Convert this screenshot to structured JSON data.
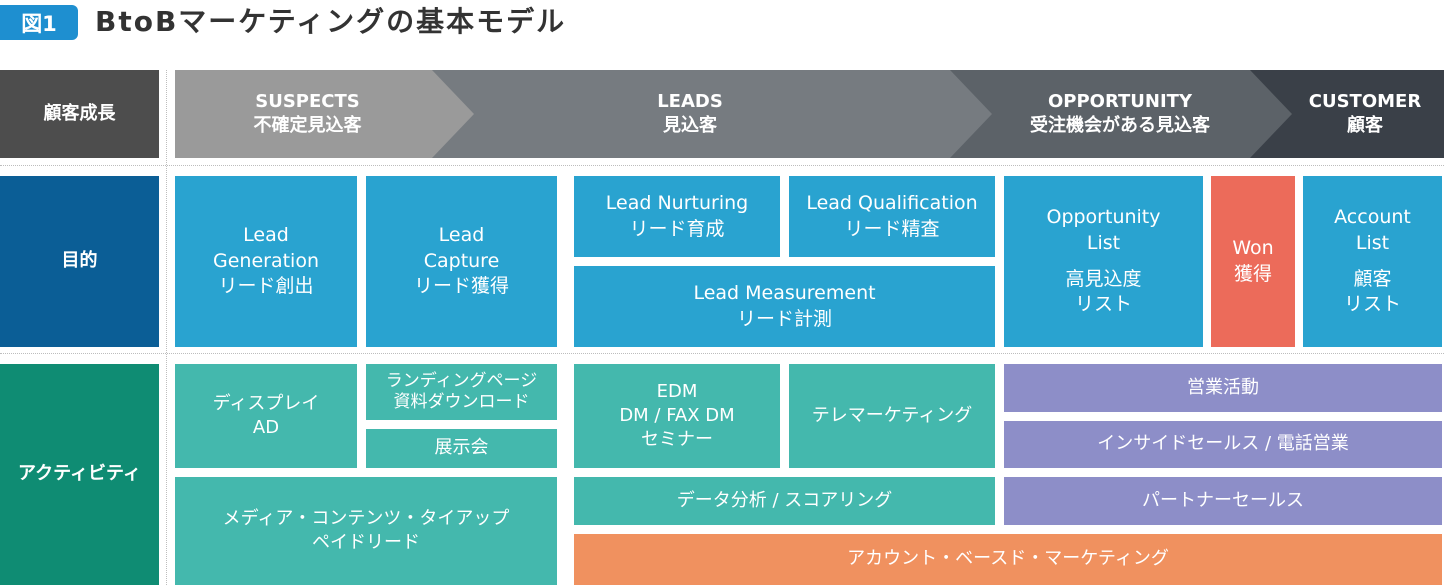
{
  "figure": {
    "badge": "図1",
    "title": "BtoBマーケティングの基本モデル"
  },
  "row_headers": {
    "growth": "顧客成長",
    "purpose": "目的",
    "activity": "アクティビティ"
  },
  "stages": [
    {
      "en": "SUSPECTS",
      "ja": "不確定見込客",
      "color": "#9a9a9a"
    },
    {
      "en": "LEADS",
      "ja": "見込客",
      "color": "#767b80"
    },
    {
      "en": "OPPORTUNITY",
      "ja": "受注機会がある見込客",
      "color": "#5c6268"
    },
    {
      "en": "CUSTOMER",
      "ja": "顧客",
      "color": "#3a4048"
    }
  ],
  "purpose": {
    "lead_generation": {
      "l1": "Lead",
      "l2": "Generation",
      "l3": "リード創出"
    },
    "lead_capture": {
      "l1": "Lead",
      "l2": "Capture",
      "l3": "リード獲得"
    },
    "lead_nurturing": {
      "l1": "Lead Nurturing",
      "l2": "リード育成"
    },
    "lead_qualification": {
      "l1": "Lead Qualification",
      "l2": "リード精査"
    },
    "lead_measurement": {
      "l1": "Lead Measurement",
      "l2": "リード計測"
    },
    "opportunity_list": {
      "l1": "Opportunity",
      "l2": "List",
      "l3": "高見込度",
      "l4": "リスト"
    },
    "won": {
      "l1": "Won",
      "l2": "獲得"
    },
    "account_list": {
      "l1": "Account",
      "l2": "List",
      "l3": "顧客",
      "l4": "リスト"
    }
  },
  "activity": {
    "display_ad": {
      "l1": "ディスプレイ",
      "l2": "AD"
    },
    "landing_page": {
      "l1": "ランディングページ",
      "l2": "資料ダウンロード"
    },
    "exhibition": "展示会",
    "edm": {
      "l1": "EDM",
      "l2": "DM / FAX DM",
      "l3": "セミナー"
    },
    "telemarketing": "テレマーケティング",
    "sales_activity": "営業活動",
    "inside_sales": "インサイドセールス / 電話営業",
    "partner_sales": "パートナーセールス",
    "media_content": {
      "l1": "メディア・コンテンツ・タイアップ",
      "l2": "ペイドリード"
    },
    "data_analysis": "データ分析 / スコアリング",
    "abm": "アカウント・ベースド・マーケティング"
  },
  "colors": {
    "badge": "#1e8fd0",
    "growth_header": "#4d4d4d",
    "purpose_header": "#0b5e96",
    "activity_header": "#0f8c73",
    "purpose_box": "#29a3d0",
    "won_box": "#ec6b5a",
    "activity_box": "#44b8ad",
    "sales_box": "#8d8ec8",
    "abm_box": "#f0915f"
  }
}
